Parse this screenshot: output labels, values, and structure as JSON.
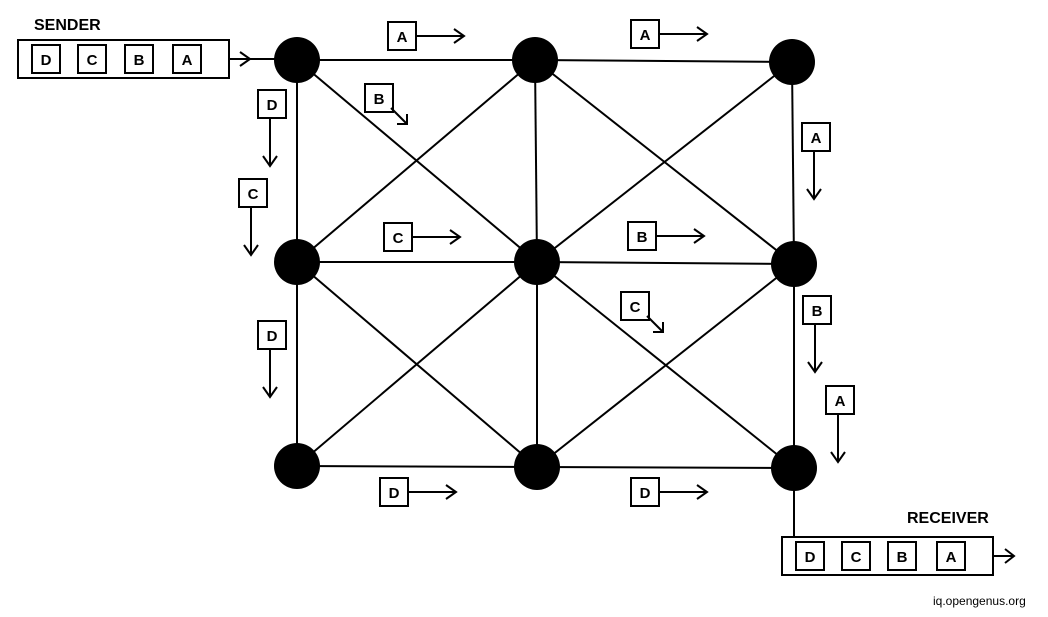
{
  "sender": {
    "title": "SENDER",
    "packets": [
      "D",
      "C",
      "B",
      "A"
    ]
  },
  "receiver": {
    "title": "RECEIVER",
    "packets": [
      "D",
      "C",
      "B",
      "A"
    ]
  },
  "network": {
    "nodes": [
      "n00",
      "n01",
      "n02",
      "n10",
      "n11",
      "n12",
      "n20",
      "n21",
      "n22"
    ],
    "edges": [
      [
        "n00",
        "n01"
      ],
      [
        "n01",
        "n02"
      ],
      [
        "n10",
        "n11"
      ],
      [
        "n11",
        "n12"
      ],
      [
        "n20",
        "n21"
      ],
      [
        "n21",
        "n22"
      ],
      [
        "n00",
        "n10"
      ],
      [
        "n10",
        "n20"
      ],
      [
        "n01",
        "n11"
      ],
      [
        "n11",
        "n21"
      ],
      [
        "n02",
        "n12"
      ],
      [
        "n12",
        "n22"
      ],
      [
        "n00",
        "n11"
      ],
      [
        "n01",
        "n10"
      ],
      [
        "n01",
        "n12"
      ],
      [
        "n02",
        "n11"
      ],
      [
        "n10",
        "n21"
      ],
      [
        "n11",
        "n20"
      ],
      [
        "n11",
        "n22"
      ],
      [
        "n12",
        "n21"
      ]
    ]
  },
  "packets_in_transit": [
    {
      "id": "p1",
      "label": "A",
      "direction": "right"
    },
    {
      "id": "p2",
      "label": "A",
      "direction": "right"
    },
    {
      "id": "p3",
      "label": "B",
      "direction": "down-right"
    },
    {
      "id": "p4",
      "label": "D",
      "direction": "down"
    },
    {
      "id": "p5",
      "label": "C",
      "direction": "down"
    },
    {
      "id": "p6",
      "label": "A",
      "direction": "down"
    },
    {
      "id": "p7",
      "label": "C",
      "direction": "right"
    },
    {
      "id": "p8",
      "label": "B",
      "direction": "right"
    },
    {
      "id": "p9",
      "label": "C",
      "direction": "down-right"
    },
    {
      "id": "p10",
      "label": "D",
      "direction": "down"
    },
    {
      "id": "p11",
      "label": "B",
      "direction": "down"
    },
    {
      "id": "p12",
      "label": "A",
      "direction": "down"
    },
    {
      "id": "p13",
      "label": "D",
      "direction": "right"
    },
    {
      "id": "p14",
      "label": "D",
      "direction": "right"
    }
  ],
  "watermark": "iq.opengenus.org"
}
